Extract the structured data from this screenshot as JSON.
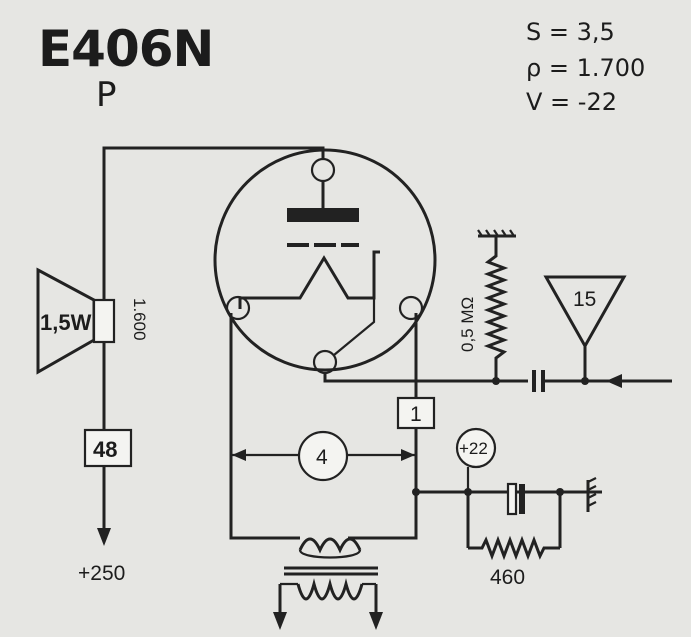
{
  "header": {
    "tube_type": "E406N",
    "tube_class": "P"
  },
  "specs": {
    "transconductance": "S = 3,5",
    "internal_resistance": "ρ = 1.700",
    "grid_bias": "V = -22"
  },
  "components": {
    "speaker_power": "1,5W",
    "speaker_impedance": "1.600",
    "output_current": "48",
    "plate_voltage": "+250",
    "heater_connection": "4",
    "screen_current": "1",
    "bias_voltage": "+22",
    "grid_resistor": "0,5 MΩ",
    "input_level": "15",
    "cathode_resistor": "460"
  }
}
